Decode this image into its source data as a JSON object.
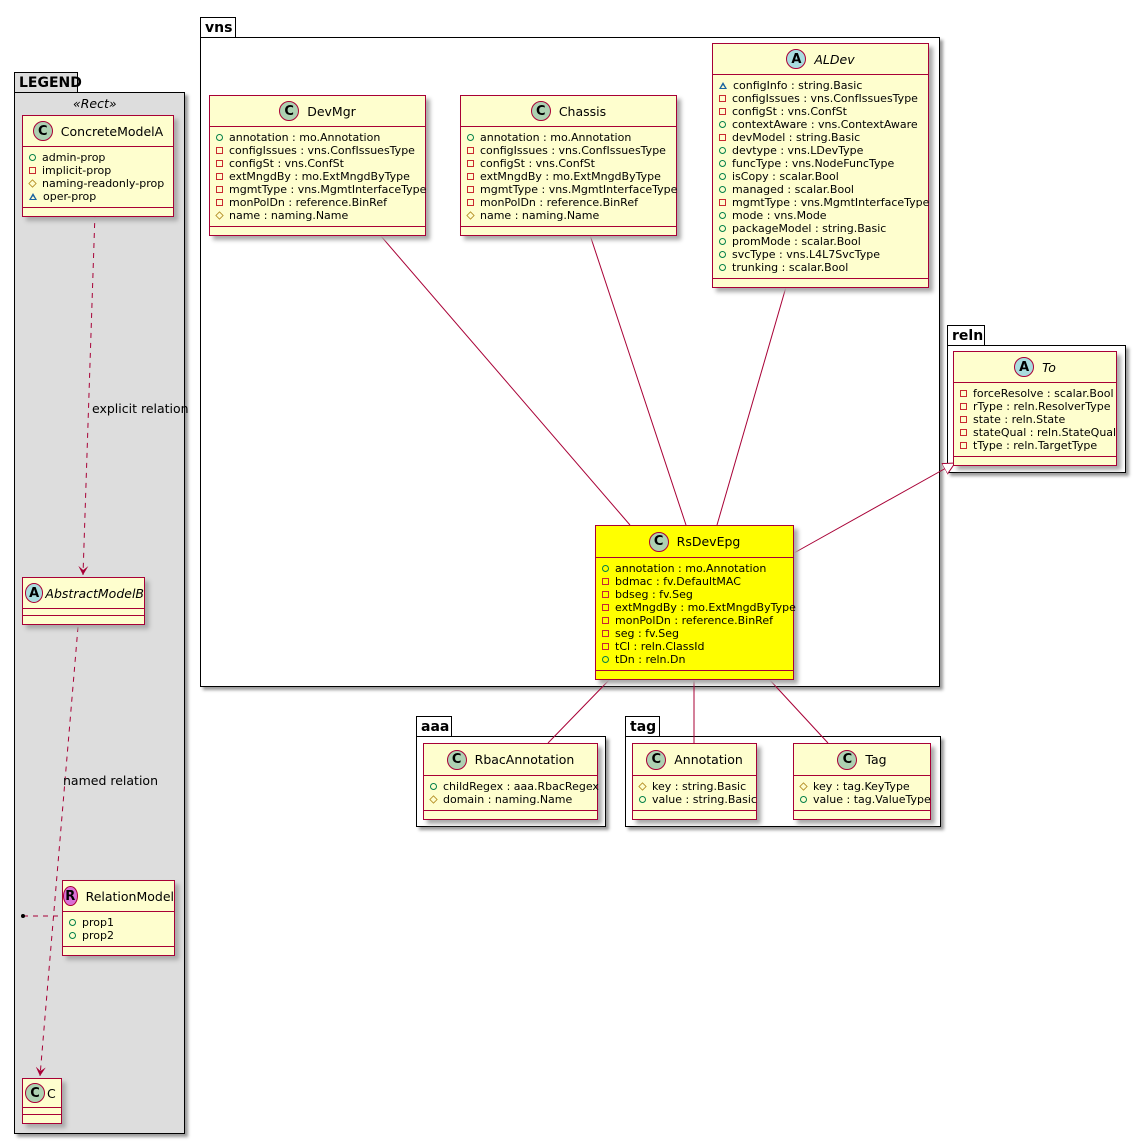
{
  "packages": {
    "legend": "LEGEND",
    "vns": "vns",
    "reln": "reln",
    "aaa": "aaa",
    "tag": "tag"
  },
  "legend_stereotype": "«Rect»",
  "relation_labels": {
    "explicit": "explicit relation",
    "named": "named relation"
  },
  "colors": {
    "border": "#A80036",
    "class_bg": "#FEFECE",
    "highlight": "#FFFF00",
    "legend_bg": "#DDDDDD",
    "class_badge": "#ADD1B2",
    "abstract_badge": "#A9DCDF",
    "relation_badge": "#DA70D6"
  },
  "classes": [
    {
      "id": "ConcreteModelA",
      "name": "ConcreteModelA",
      "kind": "C",
      "attrs": [
        [
          "pub",
          "admin-prop"
        ],
        [
          "priv",
          "implicit-prop"
        ],
        [
          "prot",
          "naming-readonly-prop"
        ],
        [
          "pkg",
          "oper-prop"
        ]
      ]
    },
    {
      "id": "AbstractModelB",
      "name": "AbstractModelB",
      "kind": "A",
      "abstract": true,
      "attrs": []
    },
    {
      "id": "RelationModel",
      "name": "RelationModel",
      "kind": "R",
      "attrs": [
        [
          "pub",
          "prop1"
        ],
        [
          "pub",
          "prop2"
        ]
      ]
    },
    {
      "id": "C",
      "name": "C",
      "kind": "C",
      "attrs": []
    },
    {
      "id": "DevMgr",
      "name": "DevMgr",
      "kind": "C",
      "attrs": [
        [
          "pub",
          "annotation : mo.Annotation"
        ],
        [
          "priv",
          "configIssues : vns.ConfIssuesType"
        ],
        [
          "priv",
          "configSt : vns.ConfSt"
        ],
        [
          "priv",
          "extMngdBy : mo.ExtMngdByType"
        ],
        [
          "priv",
          "mgmtType : vns.MgmtInterfaceType"
        ],
        [
          "priv",
          "monPolDn : reference.BinRef"
        ],
        [
          "prot",
          "name : naming.Name"
        ]
      ]
    },
    {
      "id": "Chassis",
      "name": "Chassis",
      "kind": "C",
      "attrs": [
        [
          "pub",
          "annotation : mo.Annotation"
        ],
        [
          "priv",
          "configIssues : vns.ConfIssuesType"
        ],
        [
          "priv",
          "configSt : vns.ConfSt"
        ],
        [
          "priv",
          "extMngdBy : mo.ExtMngdByType"
        ],
        [
          "priv",
          "mgmtType : vns.MgmtInterfaceType"
        ],
        [
          "priv",
          "monPolDn : reference.BinRef"
        ],
        [
          "prot",
          "name : naming.Name"
        ]
      ]
    },
    {
      "id": "ALDev",
      "name": "ALDev",
      "kind": "A",
      "abstract": true,
      "attrs": [
        [
          "pkg",
          "configInfo : string.Basic"
        ],
        [
          "priv",
          "configIssues : vns.ConfIssuesType"
        ],
        [
          "priv",
          "configSt : vns.ConfSt"
        ],
        [
          "pub",
          "contextAware : vns.ContextAware"
        ],
        [
          "priv",
          "devModel : string.Basic"
        ],
        [
          "pub",
          "devtype : vns.LDevType"
        ],
        [
          "pub",
          "funcType : vns.NodeFuncType"
        ],
        [
          "pub",
          "isCopy : scalar.Bool"
        ],
        [
          "pub",
          "managed : scalar.Bool"
        ],
        [
          "priv",
          "mgmtType : vns.MgmtInterfaceType"
        ],
        [
          "pub",
          "mode : vns.Mode"
        ],
        [
          "pub",
          "packageModel : string.Basic"
        ],
        [
          "pub",
          "promMode : scalar.Bool"
        ],
        [
          "pub",
          "svcType : vns.L4L7SvcType"
        ],
        [
          "pub",
          "trunking : scalar.Bool"
        ]
      ]
    },
    {
      "id": "To",
      "name": "To",
      "kind": "A",
      "abstract": true,
      "attrs": [
        [
          "priv",
          "forceResolve : scalar.Bool"
        ],
        [
          "priv",
          "rType : reln.ResolverType"
        ],
        [
          "priv",
          "state : reln.State"
        ],
        [
          "priv",
          "stateQual : reln.StateQual"
        ],
        [
          "priv",
          "tType : reln.TargetType"
        ]
      ]
    },
    {
      "id": "RsDevEpg",
      "name": "RsDevEpg",
      "kind": "C",
      "highlight": true,
      "attrs": [
        [
          "pub",
          "annotation : mo.Annotation"
        ],
        [
          "priv",
          "bdmac : fv.DefaultMAC"
        ],
        [
          "priv",
          "bdseg : fv.Seg"
        ],
        [
          "priv",
          "extMngdBy : mo.ExtMngdByType"
        ],
        [
          "priv",
          "monPolDn : reference.BinRef"
        ],
        [
          "priv",
          "seg : fv.Seg"
        ],
        [
          "priv",
          "tCl : reln.ClassId"
        ],
        [
          "pub",
          "tDn : reln.Dn"
        ]
      ]
    },
    {
      "id": "RbacAnnotation",
      "name": "RbacAnnotation",
      "kind": "C",
      "attrs": [
        [
          "pub",
          "childRegex : aaa.RbacRegex"
        ],
        [
          "prot",
          "domain : naming.Name"
        ]
      ]
    },
    {
      "id": "Annotation",
      "name": "Annotation",
      "kind": "C",
      "attrs": [
        [
          "prot",
          "key : string.Basic"
        ],
        [
          "pub",
          "value : string.Basic"
        ]
      ]
    },
    {
      "id": "Tag",
      "name": "Tag",
      "kind": "C",
      "attrs": [
        [
          "prot",
          "key : tag.KeyType"
        ],
        [
          "pub",
          "value : tag.ValueType"
        ]
      ]
    }
  ]
}
